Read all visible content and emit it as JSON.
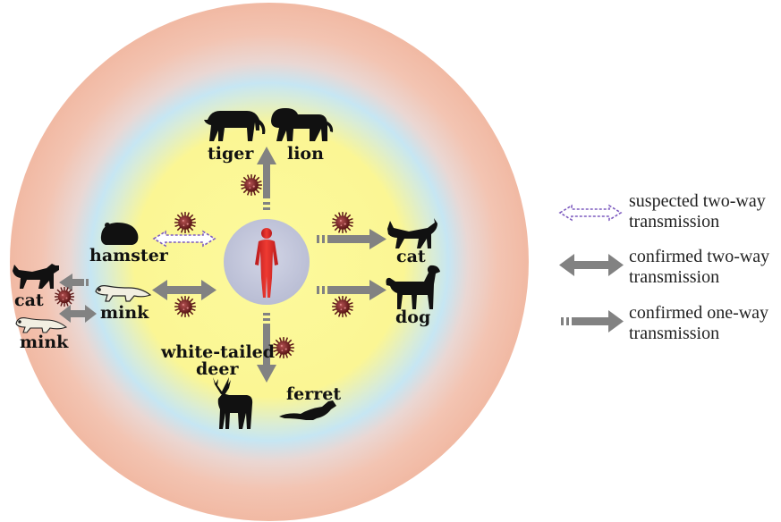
{
  "center": {
    "figure": "human-figure"
  },
  "animals": {
    "tiger": "tiger",
    "lion": "lion",
    "hamster": "hamster",
    "cat_right": "cat",
    "dog": "dog",
    "mink_inner": "mink",
    "cat_outer": "cat",
    "mink_outer": "mink",
    "deer_line1": "white-tailed",
    "deer_line2": "deer",
    "ferret": "ferret"
  },
  "legend": {
    "suspected": {
      "line1": "suspected two-way",
      "line2": "transmission"
    },
    "confirmed_two": {
      "line1": "confirmed two-way",
      "line2": "transmission"
    },
    "confirmed_one": {
      "line1": "confirmed one-way",
      "line2": "transmission"
    }
  },
  "colors": {
    "outer_ring": "#f3c4b2",
    "inner_yellow": "#fbf79a",
    "halo": "#c4e6f3",
    "center_disc": "#c4c8dd",
    "human": "#d8292b",
    "arrow": "#808080",
    "suspected_arrow": "#7d5bbf",
    "virus": "#7a2828",
    "silhouette": "#111111"
  }
}
